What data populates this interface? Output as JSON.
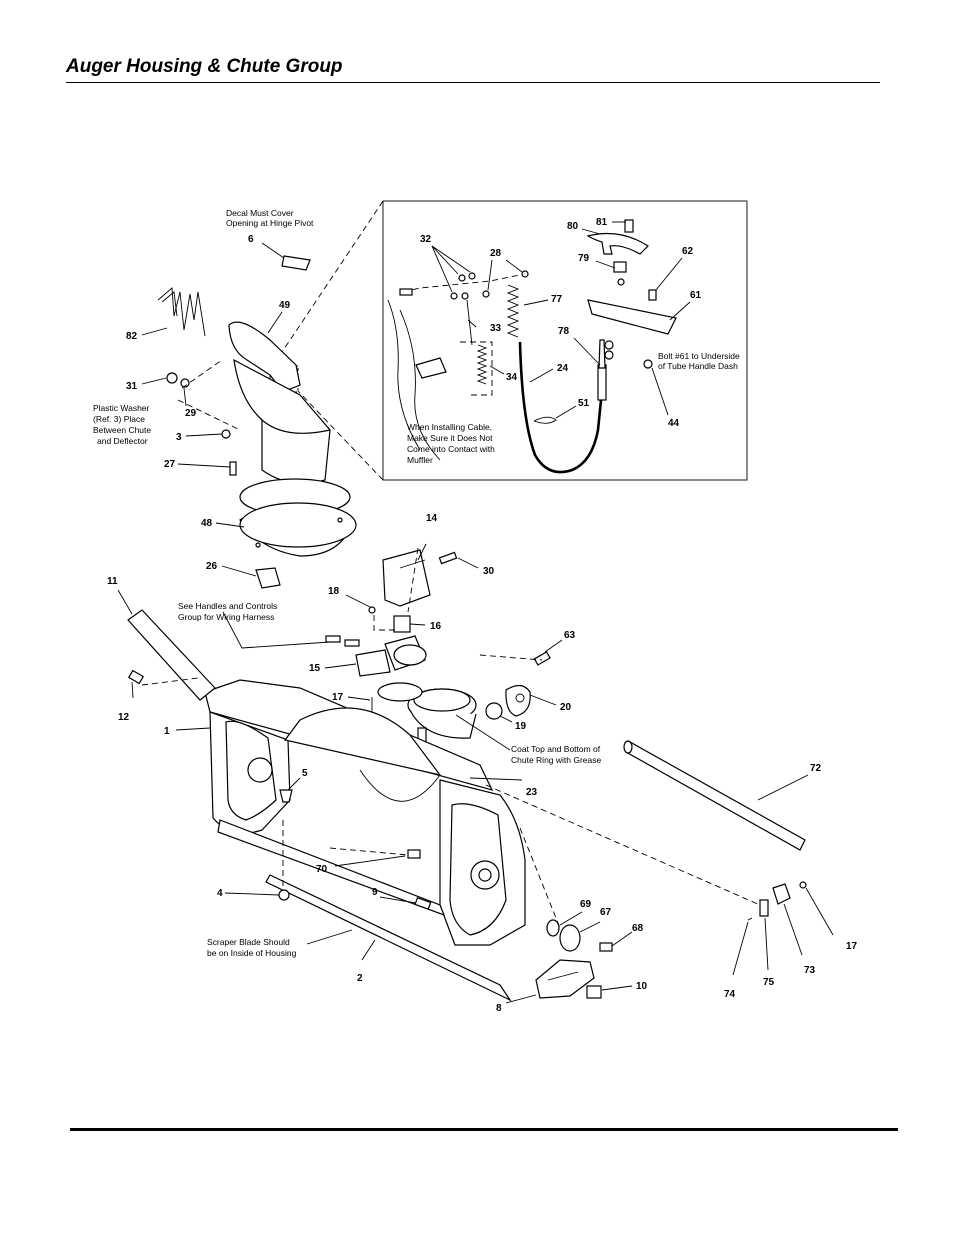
{
  "header": {
    "title": "Auger Housing & Chute Group"
  },
  "callouts": {
    "c1": "1",
    "c2": "2",
    "c3": "3",
    "c4": "4",
    "c5": "5",
    "c6": "6",
    "c8": "8",
    "c9": "9",
    "c10": "10",
    "c11": "11",
    "c12": "12",
    "c14": "14",
    "c15": "15",
    "c16": "16",
    "c17a": "17",
    "c17b": "17",
    "c18": "18",
    "c19": "19",
    "c20": "20",
    "c23": "23",
    "c24": "24",
    "c26": "26",
    "c27": "27",
    "c28": "28",
    "c29": "29",
    "c30": "30",
    "c31": "31",
    "c32": "32",
    "c33": "33",
    "c34": "34",
    "c44": "44",
    "c48": "48",
    "c49": "49",
    "c51": "51",
    "c61": "61",
    "c62": "62",
    "c63": "63",
    "c67": "67",
    "c68": "68",
    "c69": "69",
    "c70": "70",
    "c72": "72",
    "c73": "73",
    "c74": "74",
    "c75": "75",
    "c77": "77",
    "c78": "78",
    "c79": "79",
    "c80": "80",
    "c81": "81",
    "c82": "82"
  },
  "notes": {
    "decal": [
      "Decal Must Cover",
      "Opening at Hinge Pivot"
    ],
    "washer": [
      "Plastic Washer",
      "(Ref. 3) Place",
      "Between Chute",
      "and Deflector"
    ],
    "cable": [
      "When Installing Cable,",
      "Make Sure it Does Not",
      "Come into Contact with",
      "Muffler"
    ],
    "bolt": [
      "Bolt #61 to Underside",
      "of Tube Handle Dash"
    ],
    "handles": [
      "See Handles and Controls",
      "Group for Wiring Harness"
    ],
    "grease": [
      "Coat Top and Bottom of",
      "Chute Ring with Grease"
    ],
    "scraper": [
      "Scraper Blade Should",
      "be on Inside of Housing"
    ]
  },
  "icons": {
    "style": "line-drawing"
  },
  "colors": {
    "ink": "#000000",
    "paper": "#ffffff"
  }
}
